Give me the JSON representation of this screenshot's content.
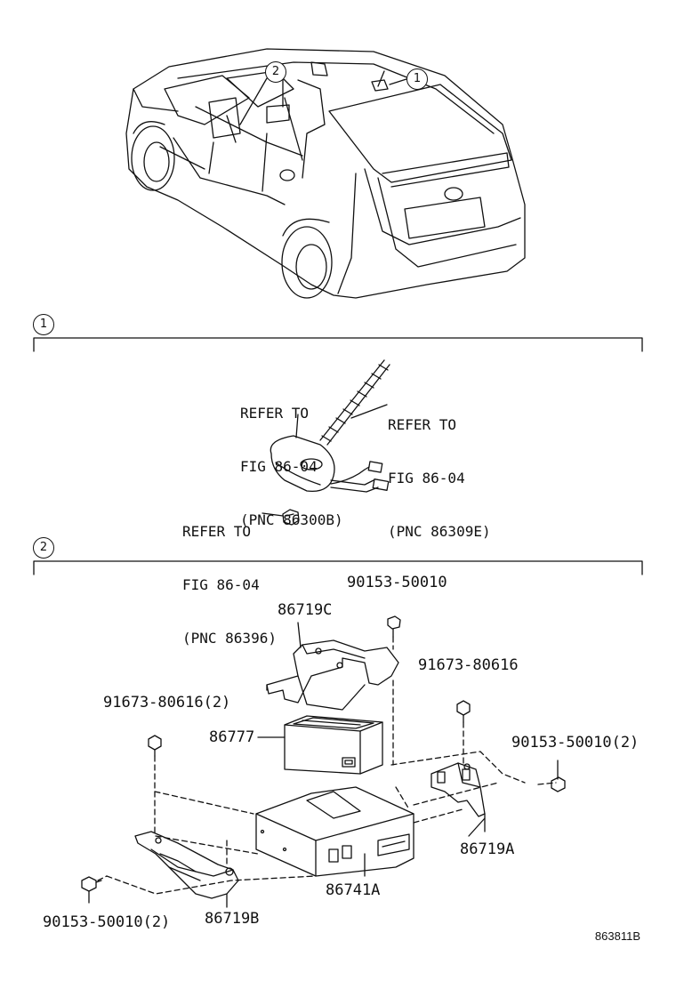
{
  "sections": [
    {
      "marker": "1",
      "callouts": [
        {
          "lines": [
            "REFER TO",
            "FIG 86-04",
            "(PNC 86300B)"
          ]
        },
        {
          "lines": [
            "REFER TO",
            "FIG 86-04",
            "(PNC 86309E)"
          ]
        },
        {
          "lines": [
            "REFER TO",
            "FIG 86-04",
            "(PNC 86396)"
          ]
        }
      ]
    },
    {
      "marker": "2"
    }
  ],
  "overview_markers": [
    "1",
    "2"
  ],
  "parts": {
    "bolt_top": "90153-50010",
    "bracket_c": "86719C",
    "nut_right": "91673-80616",
    "nut_left": "91673-80616(2)",
    "box_86777": "86777",
    "bolt_right": "90153-50010(2)",
    "bracket_a": "86719A",
    "unit_86741a": "86741A",
    "bolt_left": "90153-50010(2)",
    "bracket_b": "86719B"
  },
  "figure_code": "863811B"
}
